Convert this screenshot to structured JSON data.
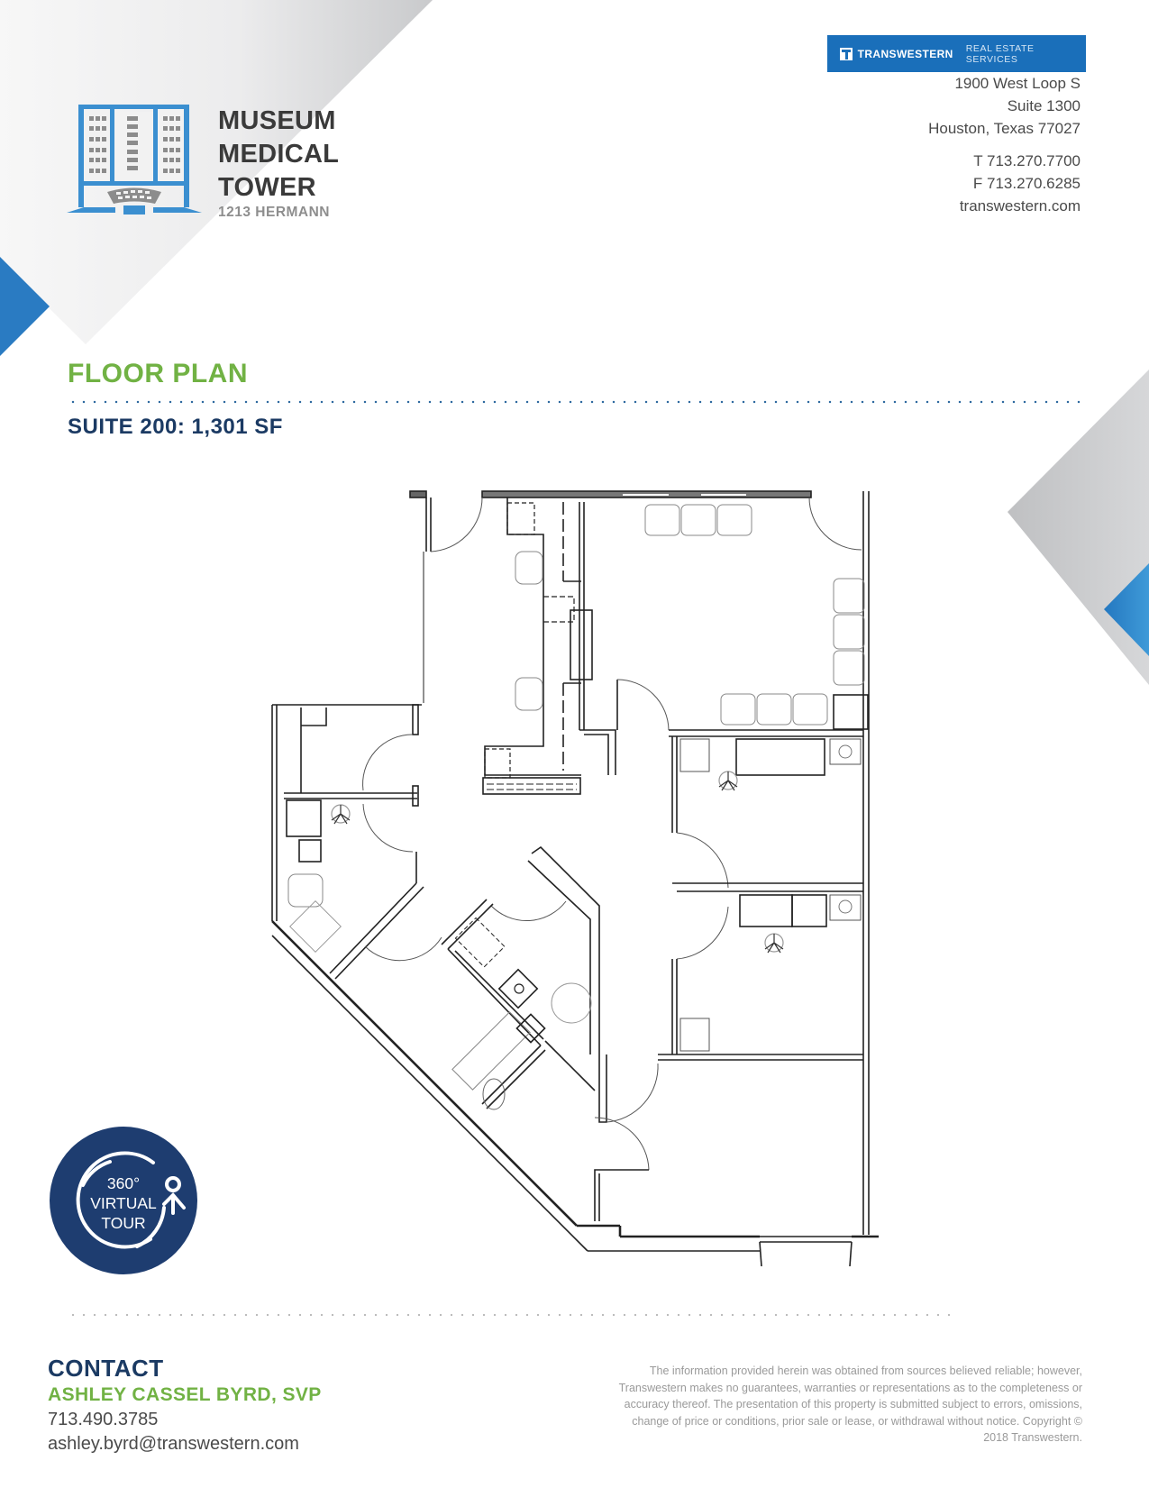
{
  "property": {
    "name_lines": [
      "MUSEUM",
      "MEDICAL",
      "TOWER"
    ],
    "address": "1213 HERMANN"
  },
  "brokerage": {
    "brand": "TRANSWESTERN",
    "tagline": "REAL ESTATE SERVICES",
    "address_lines": [
      "1900 West Loop S",
      "Suite 1300",
      "Houston, Texas 77027"
    ],
    "phone": "T 713.270.7700",
    "fax": "F 713.270.6285",
    "website": "transwestern.com"
  },
  "floor_plan": {
    "section_title": "FLOOR PLAN",
    "suite_label": "SUITE 200:  1,301 SF"
  },
  "tour": {
    "line1": "360°",
    "line2": "VIRTUAL",
    "line3": "TOUR"
  },
  "contact": {
    "title": "CONTACT",
    "name": "ASHLEY CASSEL BYRD, SVP",
    "phone": "713.490.3785",
    "email": "ashley.byrd@transwestern.com"
  },
  "disclaimer": "The information provided herein was obtained from sources believed reliable; however, Transwestern makes no guarantees, warranties or representations as to the completeness or accuracy thereof. The presentation of this property is submitted subject to errors, omissions, change of price or conditions, prior sale or lease, or withdrawal without notice. Copyright © 2018 Transwestern.",
  "colors": {
    "brand_blue": "#1a6fba",
    "accent_green": "#71b244",
    "navy": "#1b3a63",
    "logo_blue": "#3b8fd0",
    "gray_text": "#4a4a4a"
  }
}
